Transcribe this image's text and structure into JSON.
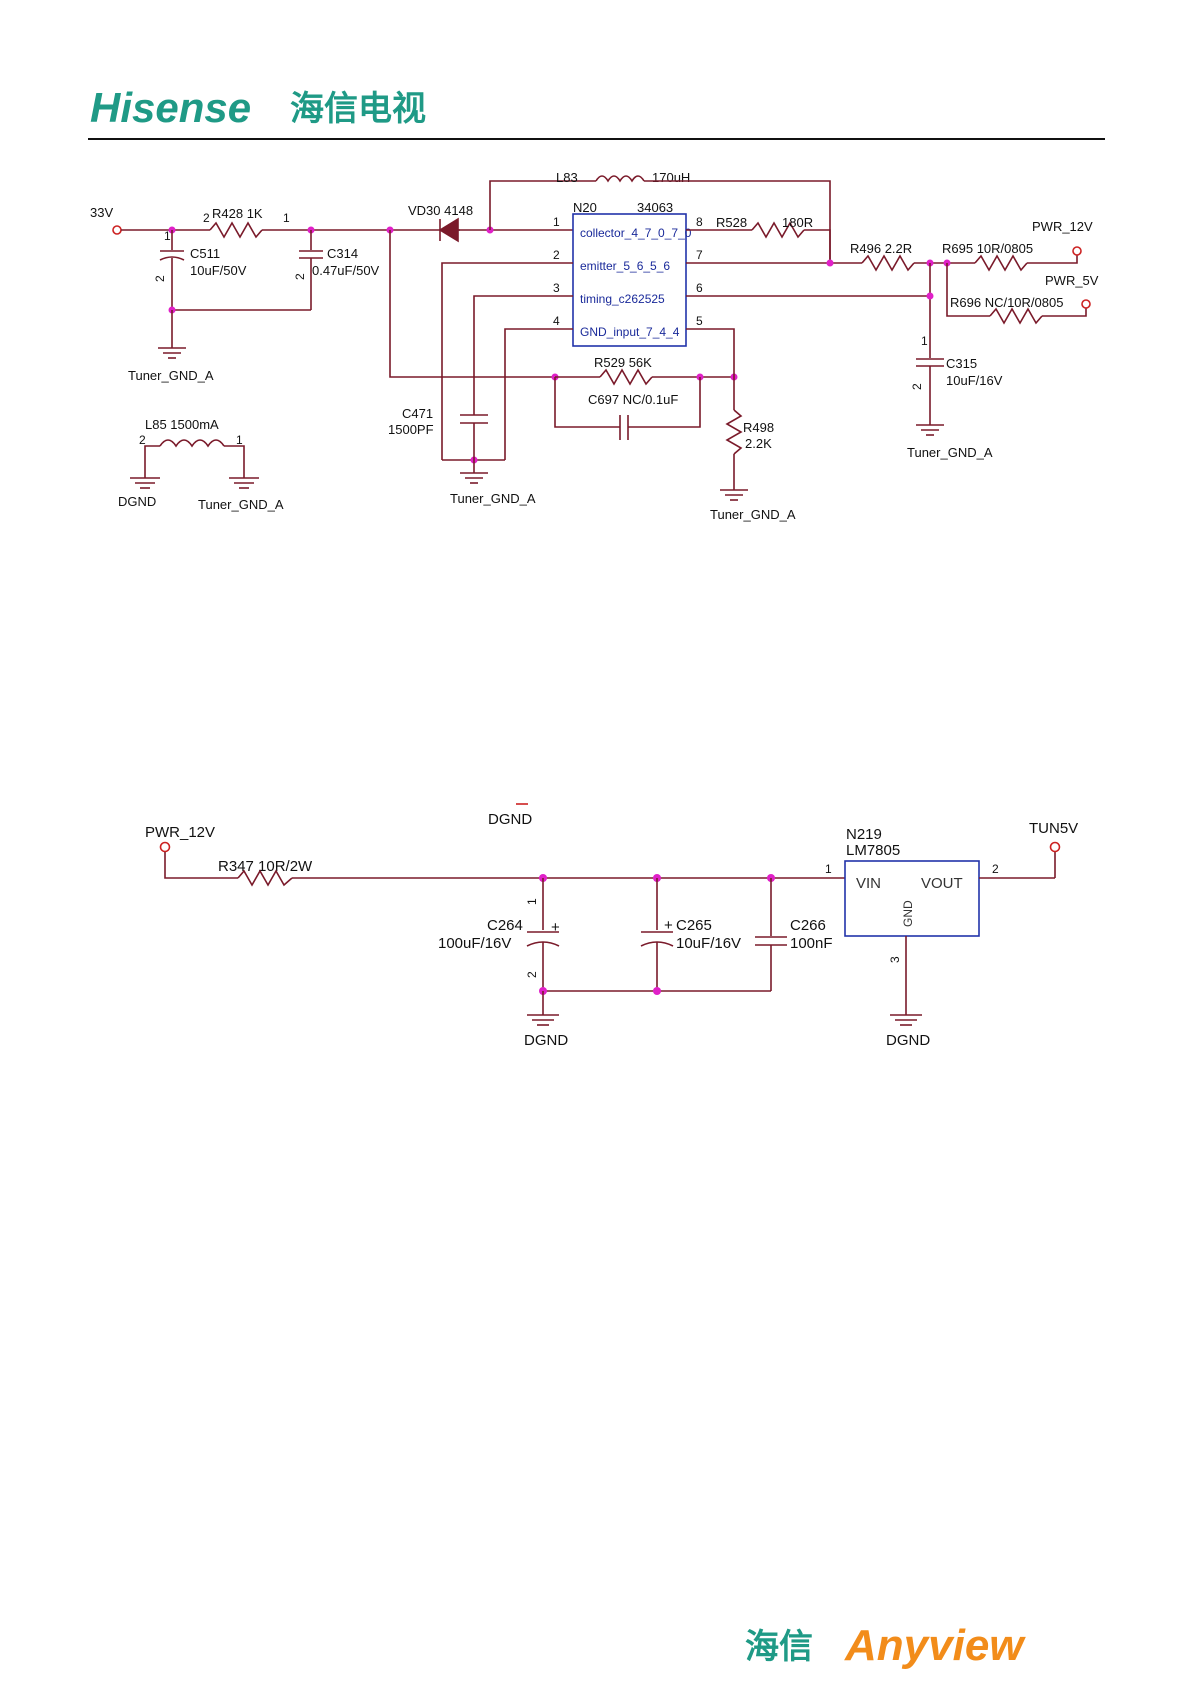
{
  "header": {
    "brand_latin": "Hisense",
    "brand_cn": "海信电视",
    "brand_color": "#1f9a86"
  },
  "footer": {
    "brand_cn": "海信",
    "brand_latin": "Anyview",
    "cn_color": "#1f9a86",
    "latin_color": "#f28c1a"
  },
  "circuit1": {
    "v33": "33V",
    "r428": "R428  1K",
    "c511": "C511",
    "c511_val": "10uF/50V",
    "c314": "C314",
    "c314_val": "0.47uF/50V",
    "gnd_left": "Tuner_GND_A",
    "l85": "L85  1500mA",
    "dgnd": "DGND",
    "gnd_l85": "Tuner_GND_A",
    "vd30": "VD30 4148",
    "l83": "L83",
    "l83_val": "170uH",
    "n20": "N20",
    "n20_part": "34063",
    "pin_labels": [
      "collector_4_7_0_7_0",
      "emitter_5_6_5_6",
      "timing_c262525",
      "GND_input_7_4_4"
    ],
    "pin_num_left": [
      "1",
      "2",
      "3",
      "4"
    ],
    "pin_num_right": [
      "8",
      "7",
      "6",
      "5"
    ],
    "r528": "R528",
    "r528_val": "180R",
    "r496": "R496  2.2R",
    "r695": "R695  10R/0805",
    "pwr12": "PWR_12V",
    "pwr5": "PWR_5V",
    "r696": "R696  NC/10R/0805",
    "c315": "C315",
    "c315_val": "10uF/16V",
    "gnd_c315": "Tuner_GND_A",
    "r529": "R529  56K",
    "c697": "C697  NC/0.1uF",
    "c471": "C471",
    "c471_val": "1500PF",
    "gnd_c471": "Tuner_GND_A",
    "r498": "R498",
    "r498_val": "2.2K",
    "gnd_r498": "Tuner_GND_A"
  },
  "circuit2": {
    "pwr12": "PWR_12V",
    "r347": "R347  10R/2W",
    "dgnd_top": "DGND",
    "c264": "C264",
    "c264_val": "100uF/16V",
    "c265": "C265",
    "c265_val": "10uF/16V",
    "c266": "C266",
    "c266_val": "100nF",
    "n219": "N219",
    "lm7805": "LM7805",
    "vin": "VIN",
    "vout": "VOUT",
    "gnd_pin": "GND",
    "tun5v": "TUN5V",
    "dgnd1": "DGND",
    "dgnd2": "DGND"
  }
}
